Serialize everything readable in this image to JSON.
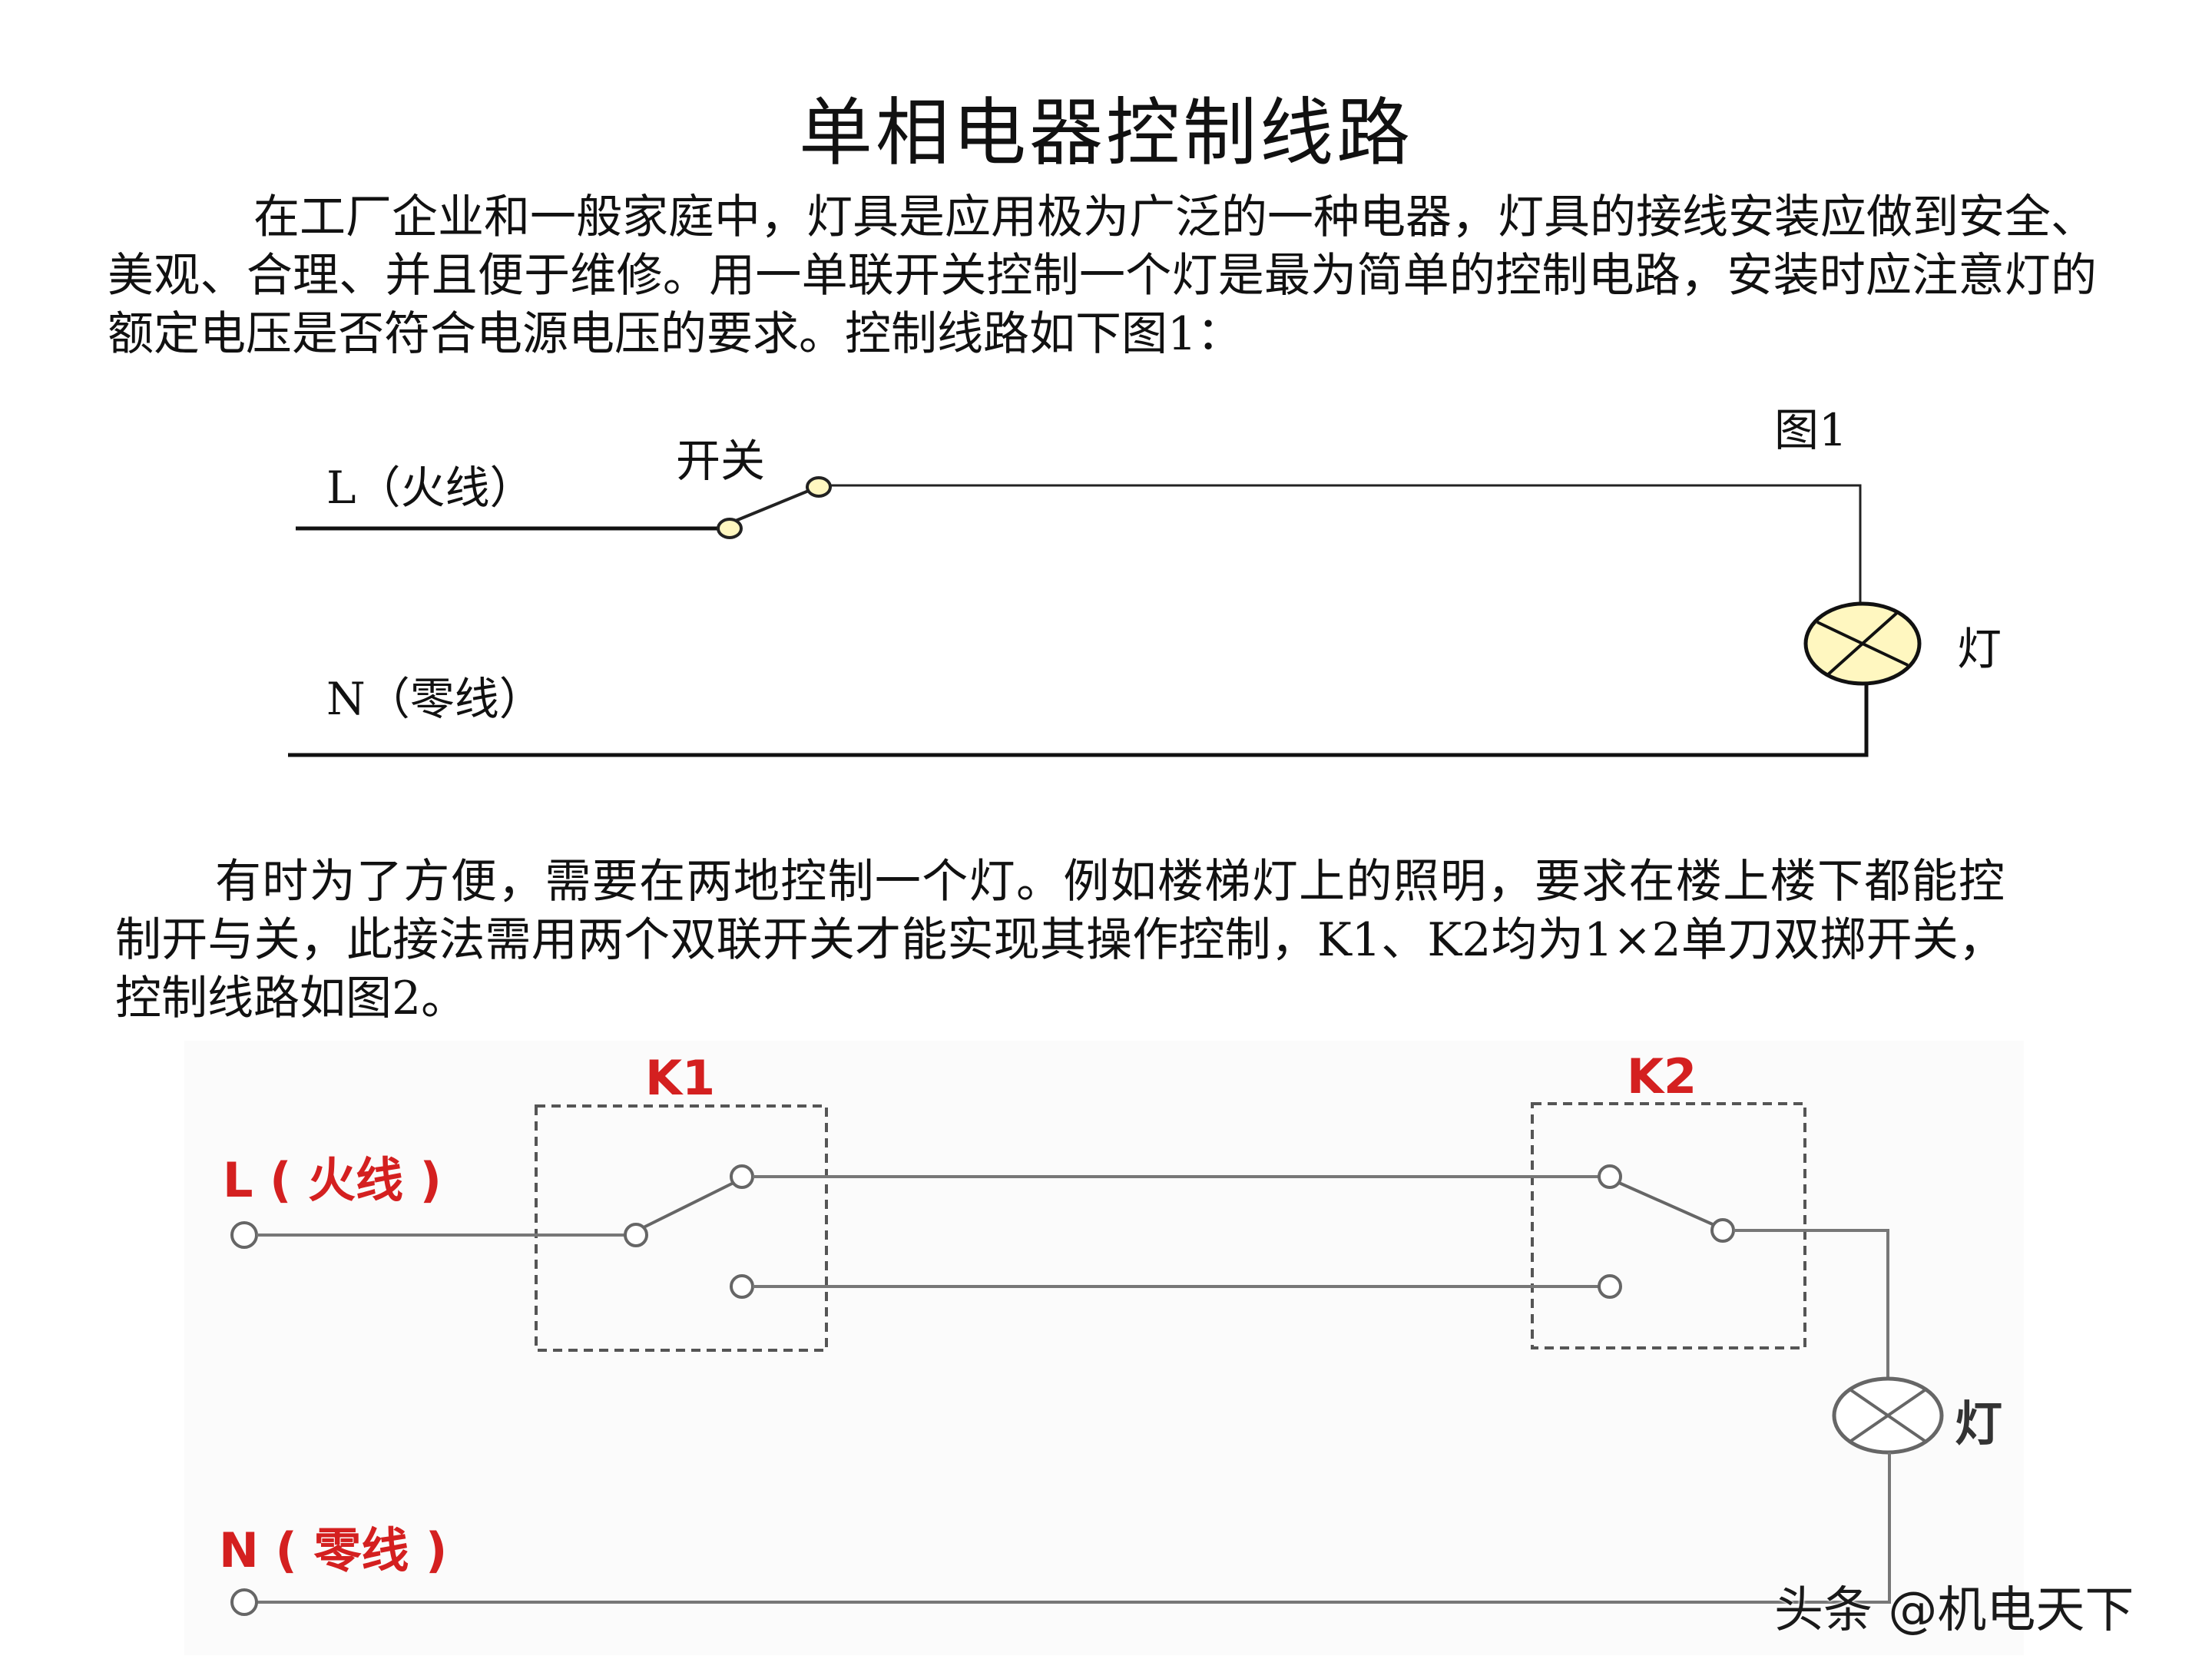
{
  "title": "单相电器控制线路",
  "paragraph1": "在工厂企业和一般家庭中，灯具是应用极为广泛的一种电器，灯具的接线安装应做到安全、美观、合理、并且便于维修。用一单联开关控制一个灯是最为简单的控制电路，安装时应注意灯的额定电压是否符合电源电压的要求。控制线路如下图1：",
  "figure1": {
    "caption": "图1",
    "live_label": "L（火线）",
    "neutral_label": "N（零线）",
    "switch_label": "开关",
    "lamp_label": "灯",
    "lamp_color": "#fff7c0"
  },
  "paragraph2": "有时为了方便，需要在两地控制一个灯。例如楼梯灯上的照明，要求在楼上楼下都能控制开与关，此接法需用两个双联开关才能实现其操作控制，K1、K2均为1×2单刀双掷开关，控制线路如图2。",
  "figure2": {
    "k1_label": "K1",
    "k2_label": "K2",
    "live_label": "L ( 火线 )",
    "neutral_label": "N ( 零线 )",
    "lamp_label": "灯",
    "label_color": "#d42020"
  },
  "watermark": "头条 @机电天下"
}
